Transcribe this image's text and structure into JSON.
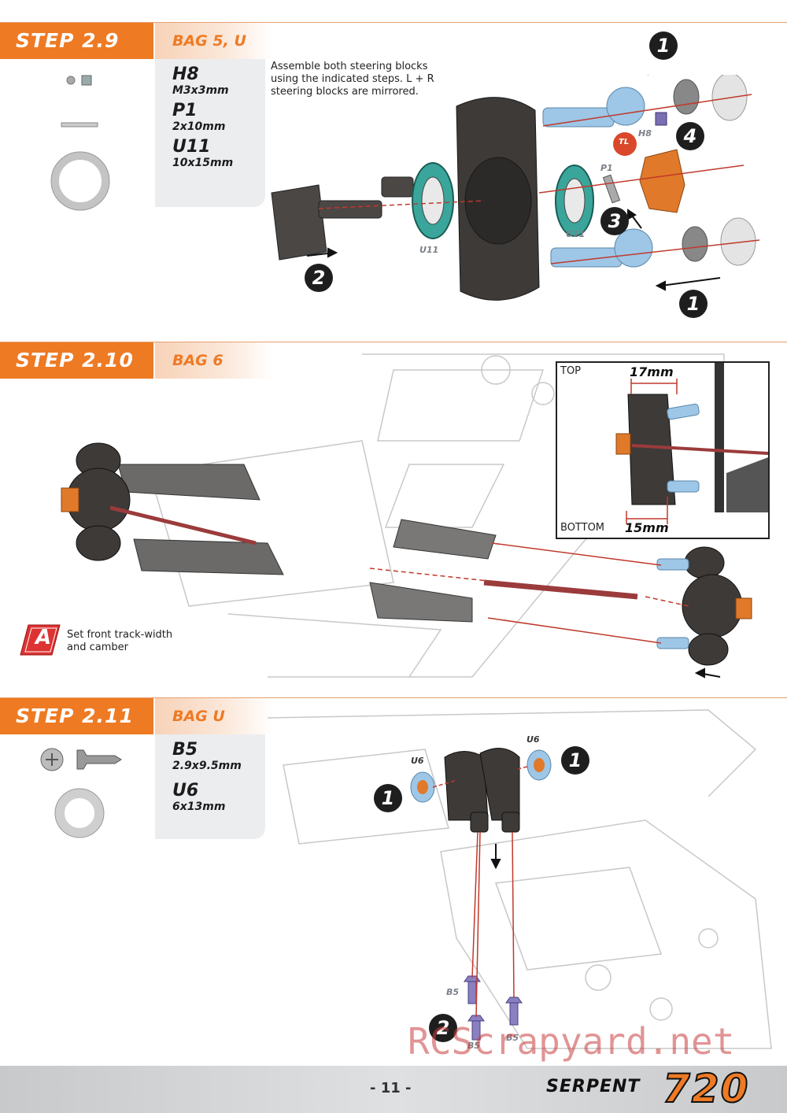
{
  "step29": {
    "step_label": "STEP 2.9",
    "bag_label": "BAG 5, U",
    "parts": [
      {
        "code": "H8",
        "size": "M3x3mm"
      },
      {
        "code": "P1",
        "size": "2x10mm"
      },
      {
        "code": "U11",
        "size": "10x15mm"
      }
    ],
    "note_lines": [
      "Assemble both steering blocks",
      "using the indicated steps.  L + R",
      "steering blocks are mirrored."
    ],
    "labels": {
      "u11_a": "U11",
      "u11_b": "U11",
      "p1": "P1",
      "h8": "H8",
      "tl": "TL"
    },
    "badges": [
      "1",
      "2",
      "3",
      "4",
      "1"
    ]
  },
  "step210": {
    "step_label": "STEP 2.10",
    "bag_label": "BAG 6",
    "inset": {
      "top_label": "TOP",
      "bottom_label": "BOTTOM",
      "top_dim": "17mm",
      "bottom_dim": "15mm"
    },
    "note_letter": "A",
    "note_lines": [
      "Set front track-width",
      "and camber"
    ]
  },
  "step211": {
    "step_label": "STEP 2.11",
    "bag_label": "BAG U",
    "parts": [
      {
        "code": "B5",
        "size": "2.9x9.5mm"
      },
      {
        "code": "U6",
        "size": "6x13mm"
      }
    ],
    "labels": {
      "u6_a": "U6",
      "u6_b": "U6",
      "b5_a": "B5",
      "b5_b": "B5",
      "b5_c": "B5"
    },
    "badges": [
      "1",
      "1",
      "2"
    ]
  },
  "footer": {
    "page_number": "- 11 -",
    "brand": "SERPENT",
    "model": "720",
    "watermark": "RCScrapyard.net"
  },
  "colors": {
    "accent": "#ee7a24",
    "arrow": "#c0392b",
    "badge": "#1e1e1e"
  }
}
